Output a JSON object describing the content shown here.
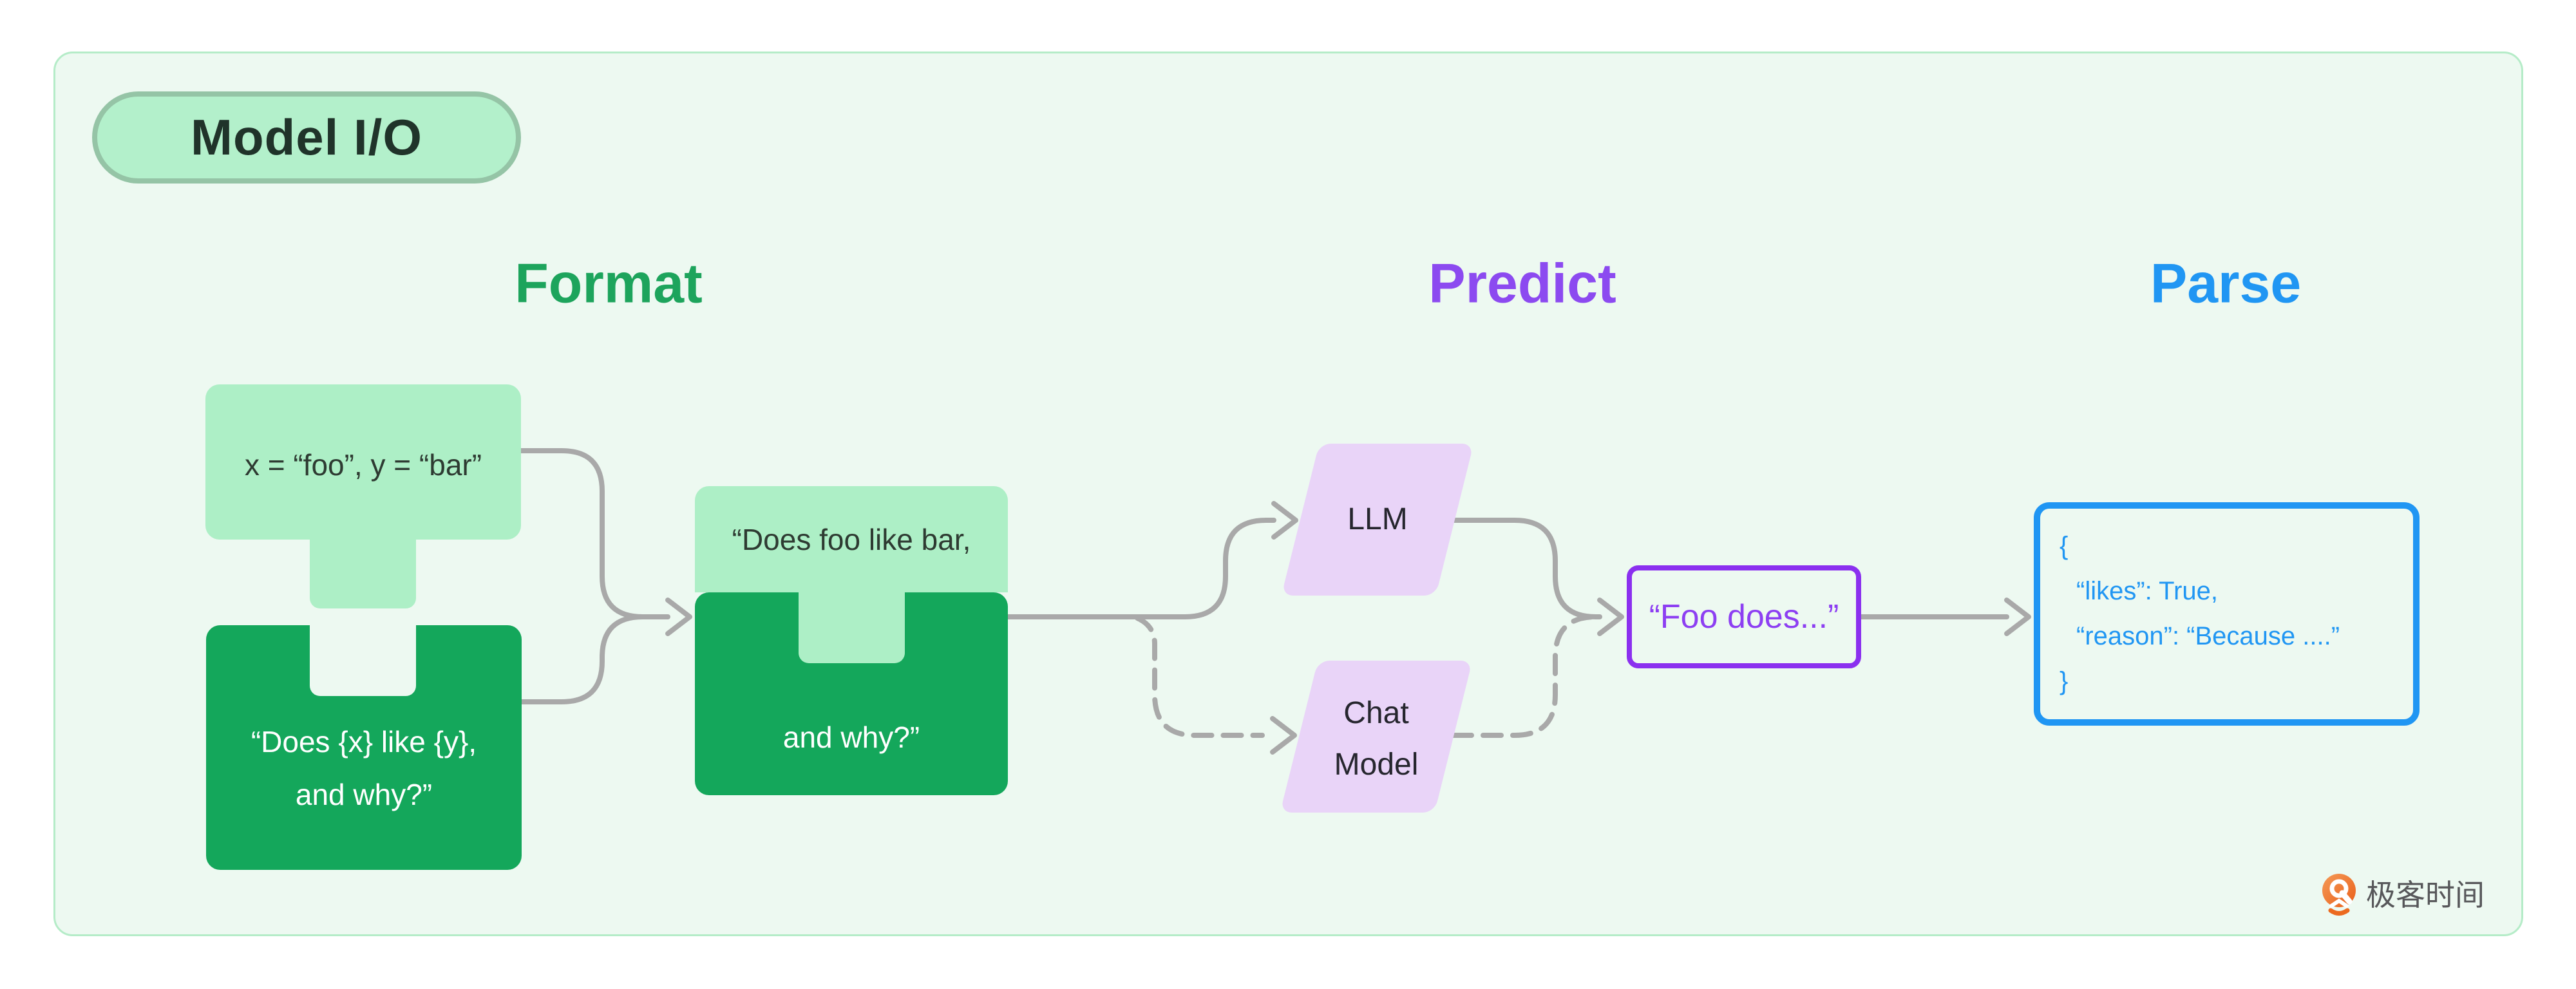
{
  "badge": {
    "label": "Model I/O"
  },
  "headings": {
    "format": "Format",
    "predict": "Predict",
    "parse": "Parse"
  },
  "format_group": {
    "variables_box": {
      "text": "x = “foo”, y = “bar”"
    },
    "template_box": {
      "line1": "“Does {x} like {y},",
      "line2": "and why?”"
    }
  },
  "prompt_group": {
    "top_text": "“Does foo like bar,",
    "bottom_text": "and why?”"
  },
  "predict_group": {
    "llm_label": "LLM",
    "chat_model_line1": "Chat",
    "chat_model_line2": "Model",
    "completion_text": "“Foo does...”"
  },
  "parse_group": {
    "lines": [
      "{",
      "“likes”: True,",
      "“reason”: “Because ....”",
      "}"
    ]
  },
  "branding": {
    "logo_text": "极客时间"
  },
  "colors": {
    "panel_bg": "#edf9f1",
    "panel_border": "#b5ecc8",
    "light_green": "#adefc6",
    "dark_green": "#14a75b",
    "badge_fill": "#b3f0cb",
    "badge_border": "#95c4a6",
    "format_heading": "#1da45c",
    "predict_heading": "#8c4af0",
    "parse_heading": "#2096f3",
    "parallelogram_fill": "#e9d4f8",
    "completion_border": "#8b30ef",
    "completion_text": "#8d3ff2",
    "parse_box_blue": "#2096f3",
    "connector_gray": "#a9a9a9",
    "logo_orange": "#ec6a1f",
    "logo_text_gray": "#57575a"
  }
}
